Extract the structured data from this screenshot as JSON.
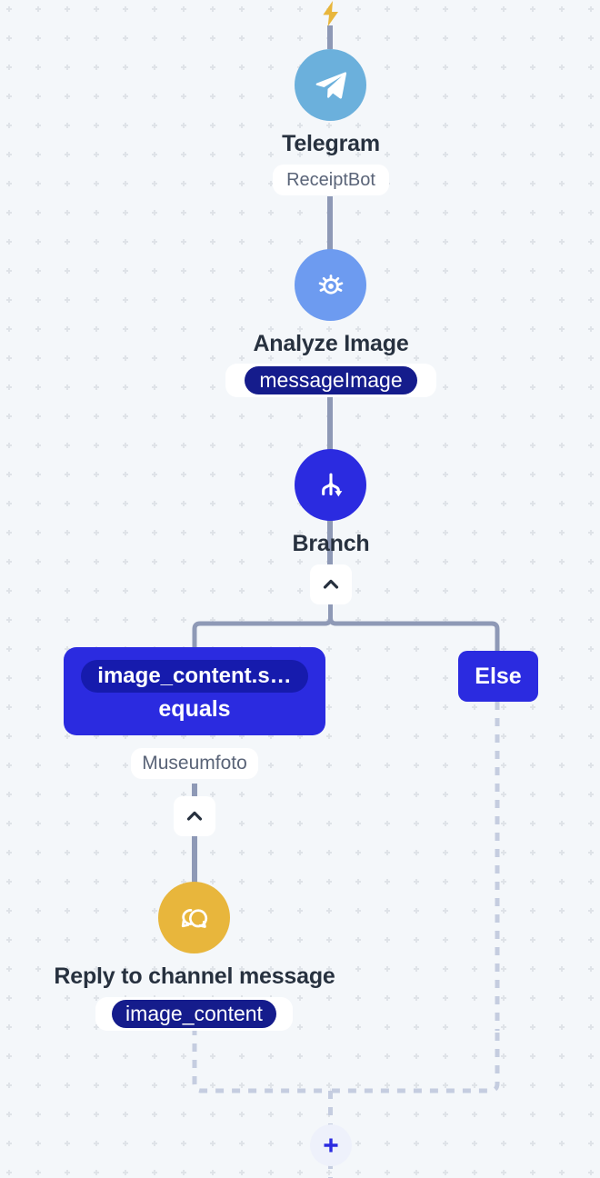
{
  "canvas": {
    "background_color": "#f4f7fa",
    "grid_dot_color": "#dfe3e8",
    "edge_color": "#8e99b6",
    "dashed_edge_color": "#c5cde0"
  },
  "trigger": {
    "icon": "lightning-bolt-icon",
    "color": "#e8b63c"
  },
  "nodes": [
    {
      "id": "telegram",
      "title": "Telegram",
      "subtitle": "ReceiptBot",
      "icon": "telegram-paper-plane-icon",
      "circle_color": "#6bb0dc"
    },
    {
      "id": "analyze-image",
      "title": "Analyze Image",
      "badge": "messageImage",
      "icon": "eye-vision-icon",
      "circle_color": "#6d9bf0",
      "badge_color": "#151c8c"
    },
    {
      "id": "branch",
      "title": "Branch",
      "icon": "branch-split-icon",
      "circle_color": "#2b2be0"
    },
    {
      "id": "reply-to-channel-message",
      "title": "Reply to channel message",
      "badge": "image_content",
      "icon": "chat-bubbles-icon",
      "circle_color": "#e8b63c",
      "badge_color": "#151c8c"
    }
  ],
  "branch": {
    "collapse_icon": "chevron-up-icon",
    "condition": {
      "field": "image_content.s…",
      "operator": "equals",
      "value": "Museumfoto",
      "box_color": "#2b2be0",
      "pill_color": "#161bad",
      "collapse_icon": "chevron-up-icon"
    },
    "else": {
      "label": "Else",
      "box_color": "#2b2be0"
    }
  },
  "footer": {
    "add_button_icon": "plus-icon",
    "add_button_color": "#2b2be0"
  }
}
